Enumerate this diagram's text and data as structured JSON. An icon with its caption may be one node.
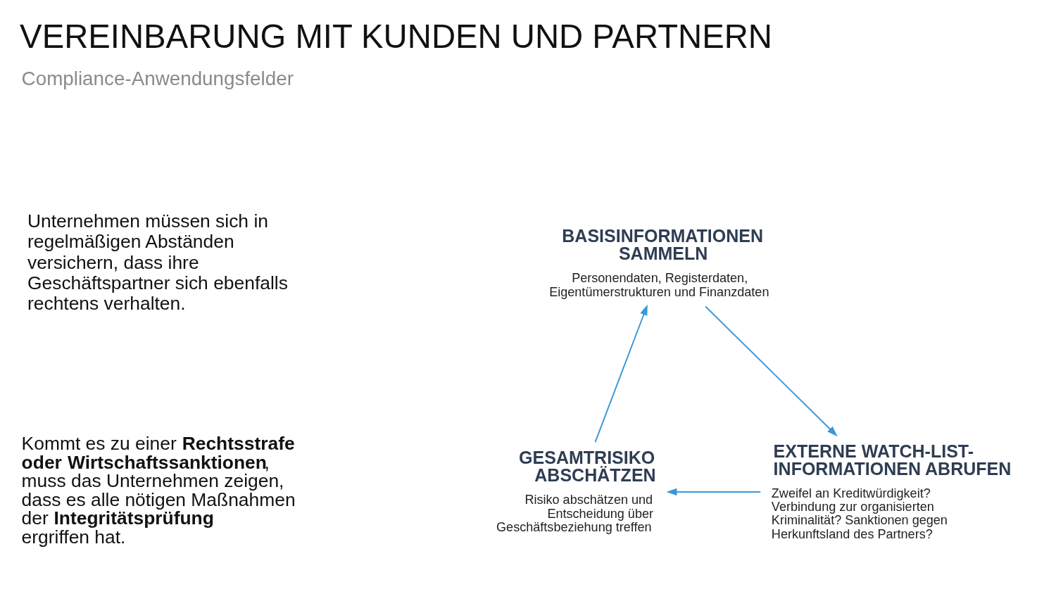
{
  "diagram": {
    "title": "VEREINBARUNG MIT KUNDEN UND PARTNERN",
    "nodes": [
      {
        "text": [
          "BASISINFORMATIONEN SAMMELN",
          "Personendaten, Registerdaten, Eigentümerstrukturen und Finanzdaten"
        ]
      },
      {
        "text": [
          "GESAMTRISIKO ABSCHÄTZEN",
          "Risiko abschätzen und Entscheidung über Geschäftsbeziehung treffen"
        ]
      },
      {
        "text": [
          "EXTERNE WATCH-LIST-INFORMATIONEN ABRUFEN",
          "Zweifel an Kreditwürdigkeit? Verbindung zur organisierten Kriminalität? Sanktionen gegen Herkunftsland des Partners?"
        ]
      }
    ],
    "edges": [
      {
        "from": 0,
        "to": 2,
        "arrow": "to"
      },
      {
        "from": 2,
        "to": 1,
        "arrow": "to"
      },
      {
        "from": 1,
        "to": 0,
        "arrow": "to"
      }
    ],
    "labels": [
      "Compliance-Anwendungsfelder",
      "Unternehmen müssen sich in regelmäßigen Abständen versichern, dass ihre Geschäftspartner sich ebenfalls rechtens verhalten.",
      "Kommt es zu einer **Rechtsstrafe oder Wirtschaftssanktionen**, muss das Unternehmen zeigen, dass es alle nötigen Maßnahmen der **Integritätsprüfung** ergriffen hat."
    ]
  }
}
